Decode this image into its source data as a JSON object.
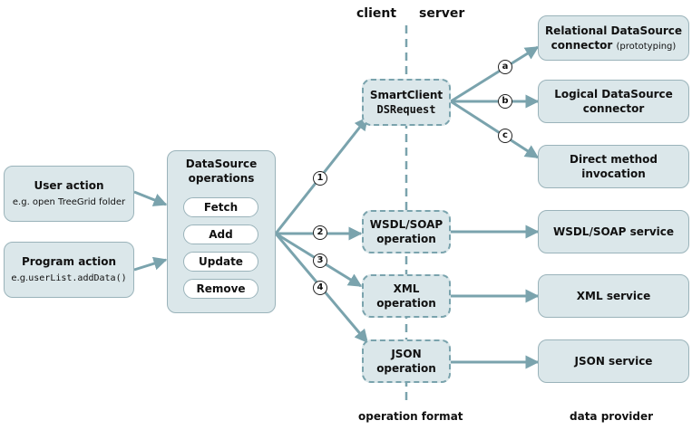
{
  "headers": {
    "client": "client",
    "server": "server"
  },
  "footers": {
    "operation_format": "operation format",
    "data_provider": "data provider"
  },
  "actions": {
    "user": {
      "title": "User action",
      "example": "e.g. open TreeGrid folder"
    },
    "program": {
      "title": "Program action",
      "example_prefix": "e.g.",
      "example_code": "userList.addData()"
    }
  },
  "datasource": {
    "title_line1": "DataSource",
    "title_line2": "operations",
    "ops": [
      "Fetch",
      "Add",
      "Update",
      "Remove"
    ]
  },
  "formats": {
    "smartclient": {
      "line1": "SmartClient",
      "line2": "DSRequest"
    },
    "wsdl": {
      "line1": "WSDL/SOAP",
      "line2": "operation"
    },
    "xml": {
      "line1": "XML",
      "line2": "operation"
    },
    "json": {
      "line1": "JSON",
      "line2": "operation"
    }
  },
  "providers": {
    "relational": {
      "line1": "Relational DataSource",
      "line2": "connector",
      "note": "(prototyping)"
    },
    "logical": {
      "line1": "Logical DataSource",
      "line2": "connector"
    },
    "direct": {
      "line1": "Direct method",
      "line2": "invocation"
    },
    "wsdl_service": "WSDL/SOAP service",
    "xml_service": "XML service",
    "json_service": "JSON service"
  },
  "badges": {
    "n1": "1",
    "n2": "2",
    "n3": "3",
    "n4": "4",
    "a": "a",
    "b": "b",
    "c": "c"
  },
  "colors": {
    "arrow": "#7aa3ad",
    "box_fill": "#dbe7ea",
    "box_border": "#9ab3ba"
  }
}
